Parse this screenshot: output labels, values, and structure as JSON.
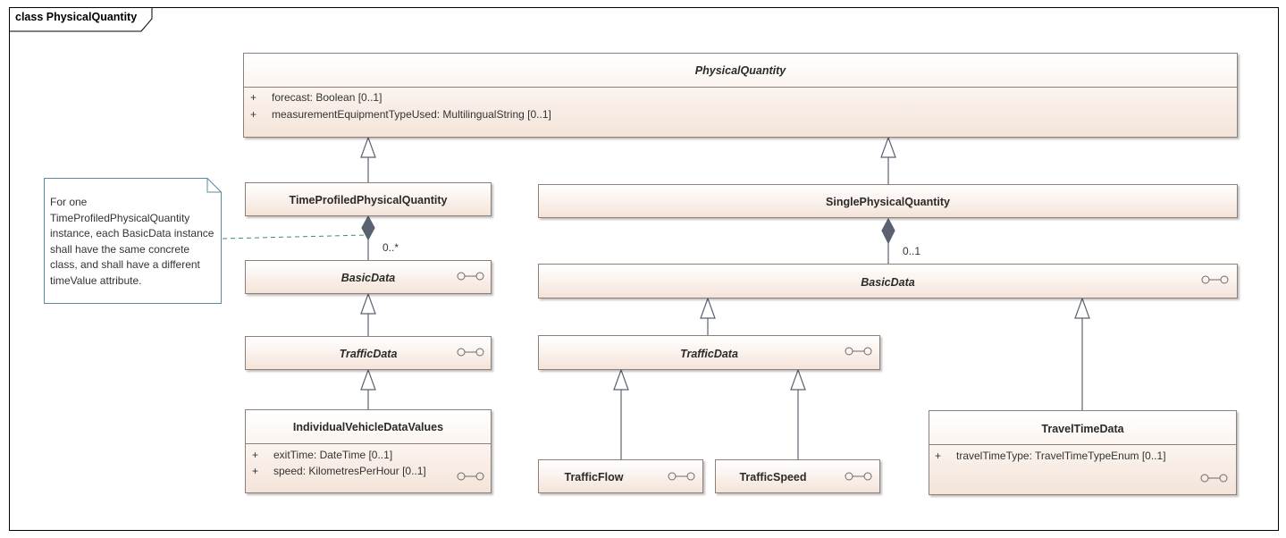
{
  "frame": {
    "label": "class PhysicalQuantity"
  },
  "classes": {
    "physical_quantity": {
      "name": "PhysicalQuantity",
      "attributes": [
        {
          "visibility": "+",
          "text": "forecast: Boolean [0..1]"
        },
        {
          "visibility": "+",
          "text": "measurementEquipmentTypeUsed: MultilingualString [0..1]"
        }
      ]
    },
    "time_profiled": {
      "name": "TimeProfiledPhysicalQuantity"
    },
    "single": {
      "name": "SinglePhysicalQuantity"
    },
    "basic_left": {
      "name": "BasicData"
    },
    "traffic_left": {
      "name": "TrafficData"
    },
    "individual": {
      "name": "IndividualVehicleDataValues",
      "attributes": [
        {
          "visibility": "+",
          "text": "exitTime: DateTime [0..1]"
        },
        {
          "visibility": "+",
          "text": "speed: KilometresPerHour [0..1]"
        }
      ]
    },
    "basic_right": {
      "name": "BasicData"
    },
    "traffic_right": {
      "name": "TrafficData"
    },
    "traffic_flow": {
      "name": "TrafficFlow"
    },
    "traffic_speed": {
      "name": "TrafficSpeed"
    },
    "travel_time": {
      "name": "TravelTimeData",
      "attributes": [
        {
          "visibility": "+",
          "text": "travelTimeType: TravelTimeTypeEnum [0..1]"
        }
      ]
    }
  },
  "multiplicities": {
    "left": "0..*",
    "right": "0..1"
  },
  "note": {
    "lines": [
      "For one",
      "TimeProfiledPhysicalQuantity",
      "instance, each BasicData instance",
      "shall have the same concrete",
      "class, and shall have a different",
      "timeValue attribute."
    ]
  },
  "colors": {
    "line": "#5a6272",
    "class_border": "#8f7f78",
    "note_border": "#5b8aa3",
    "note_link": "#3f8a7f"
  }
}
